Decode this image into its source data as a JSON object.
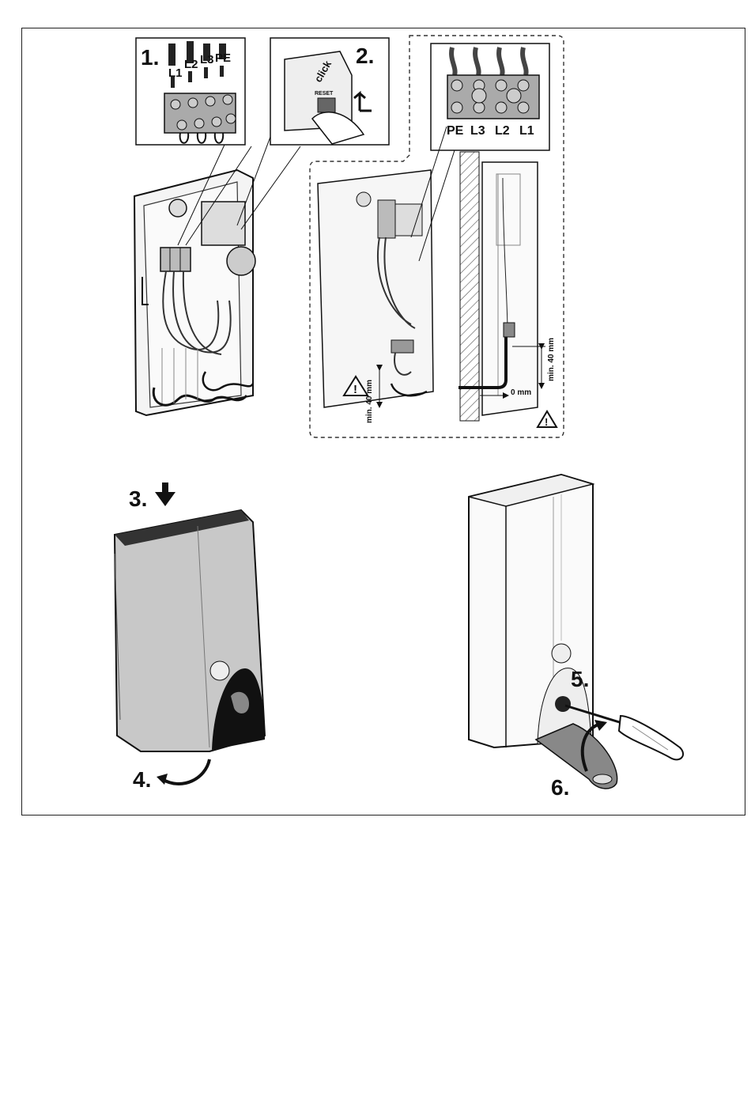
{
  "steps": {
    "s1": "1.",
    "s2": "2.",
    "s3": "3.",
    "s4": "4.",
    "s5": "5.",
    "s6": "6."
  },
  "inset1": {
    "wires": [
      "L1",
      "L2",
      "L3",
      "PE"
    ]
  },
  "inset2": {
    "click": "click",
    "reset": "RESET"
  },
  "terminal_block": {
    "labels": [
      "PE",
      "L3",
      "L2",
      "L1"
    ]
  },
  "dimensions": {
    "min_40_a": "min. 40 mm",
    "min_40_b": "min. 40 mm",
    "zero": "0 mm"
  },
  "icons": [
    "warning-triangle-icon",
    "arrow-down-icon",
    "rotate-arrow-icon",
    "screwdriver-icon"
  ]
}
